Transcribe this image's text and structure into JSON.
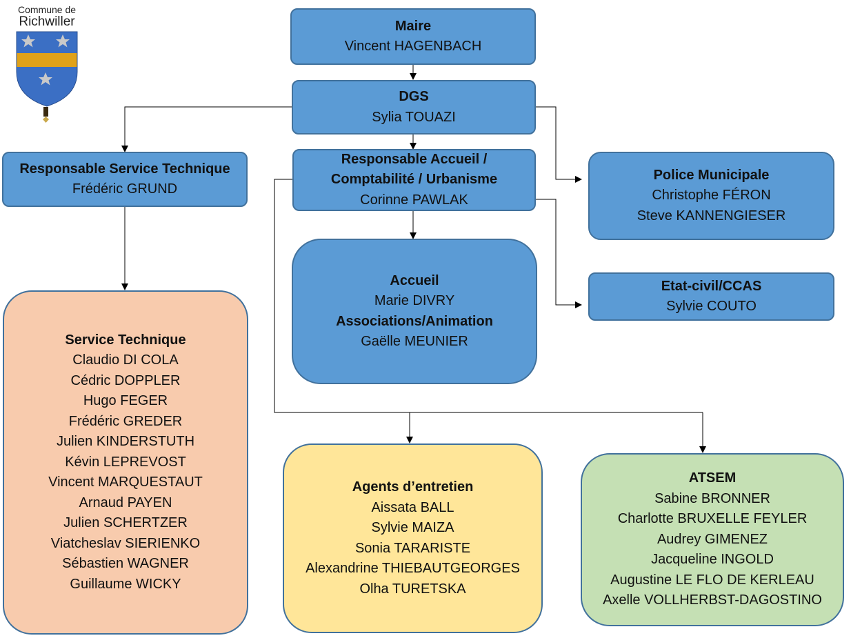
{
  "logo": {
    "line1": "Commune de",
    "line2": "Richwiller"
  },
  "colors": {
    "blue_fill": "#5b9bd5",
    "blue_border": "#41719c",
    "orange_fill": "#f8cbad",
    "yellow_fill": "#ffe699",
    "green_fill": "#c5e0b4",
    "crest_blue": "#3b6fc4",
    "crest_gold": "#e0a21a"
  },
  "nodes": {
    "maire": {
      "title": "Maire",
      "names": [
        "Vincent HAGENBACH"
      ]
    },
    "dgs": {
      "title": "DGS",
      "names": [
        "Sylia TOUAZI"
      ]
    },
    "resp_tech": {
      "title": "Responsable Service Technique",
      "names": [
        "Frédéric GRUND"
      ]
    },
    "resp_accueil": {
      "title_lines": [
        "Responsable Accueil /",
        "Comptabilité / Urbanisme"
      ],
      "names": [
        "Corinne PAWLAK"
      ]
    },
    "police": {
      "title": "Police Municipale",
      "names": [
        "Christophe FÉRON",
        "Steve KANNENGIESER"
      ]
    },
    "accueil": {
      "title": "Accueil",
      "name": "Marie DIVRY",
      "title2": "Associations/Animation",
      "name2": "Gaëlle MEUNIER"
    },
    "etat_civil": {
      "title": "Etat-civil/CCAS",
      "names": [
        "Sylvie COUTO"
      ]
    },
    "service_tech": {
      "title": "Service Technique",
      "names": [
        "Claudio DI COLA",
        "Cédric DOPPLER",
        "Hugo FEGER",
        "Frédéric GREDER",
        "Julien KINDERSTUTH",
        "Kévin LEPREVOST",
        "Vincent MARQUESTAUT",
        "Arnaud PAYEN",
        "Julien SCHERTZER",
        "Viatcheslav SIERIENKO",
        "Sébastien WAGNER",
        "Guillaume WICKY"
      ]
    },
    "agents": {
      "title": "Agents d’entretien",
      "names": [
        "Aissata BALL",
        "Sylvie MAIZA",
        "Sonia TARARISTE",
        "Alexandrine THIEBAUTGEORGES",
        "Olha TURETSKA"
      ]
    },
    "atsem": {
      "title": "ATSEM",
      "names": [
        "Sabine BRONNER",
        "Charlotte BRUXELLE FEYLER",
        "Audrey GIMENEZ",
        "Jacqueline INGOLD",
        "Augustine LE FLO DE KERLEAU",
        "Axelle VOLLHERBST-DAGOSTINO"
      ]
    }
  }
}
